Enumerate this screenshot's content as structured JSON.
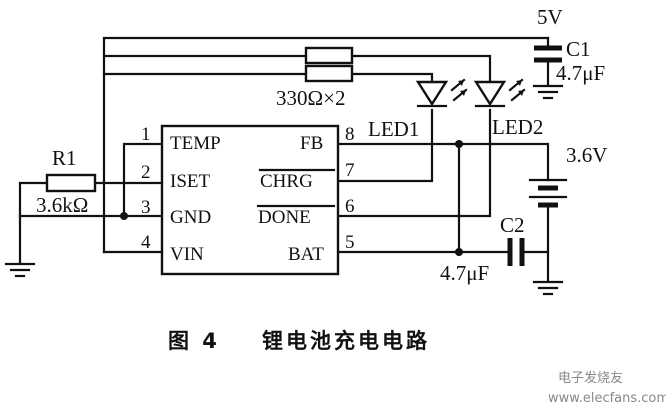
{
  "supply": {
    "voltage": "5V"
  },
  "capacitors": {
    "c1": {
      "name": "C1",
      "value": "4.7μF"
    },
    "c2": {
      "name": "C2",
      "value": "4.7μF"
    }
  },
  "resistors": {
    "r1": {
      "name": "R1",
      "value": "3.6kΩ"
    },
    "led_resistors": {
      "value": "330Ω×2"
    }
  },
  "leds": {
    "led1": "LED1",
    "led2": "LED2"
  },
  "battery": {
    "voltage": "3.6V"
  },
  "ic": {
    "left_pins": [
      {
        "number": "1",
        "name": "TEMP"
      },
      {
        "number": "2",
        "name": "ISET"
      },
      {
        "number": "3",
        "name": "GND"
      },
      {
        "number": "4",
        "name": "VIN"
      }
    ],
    "right_pins": [
      {
        "number": "8",
        "name": "FB"
      },
      {
        "number": "7",
        "name": "CHRG"
      },
      {
        "number": "6",
        "name": "DONE"
      },
      {
        "number": "5",
        "name": "BAT"
      }
    ]
  },
  "caption": {
    "figure": "图 4",
    "title": "锂电池充电电路"
  },
  "watermark": {
    "line1": "电子发烧友",
    "line2": "www.elecfans.com"
  }
}
